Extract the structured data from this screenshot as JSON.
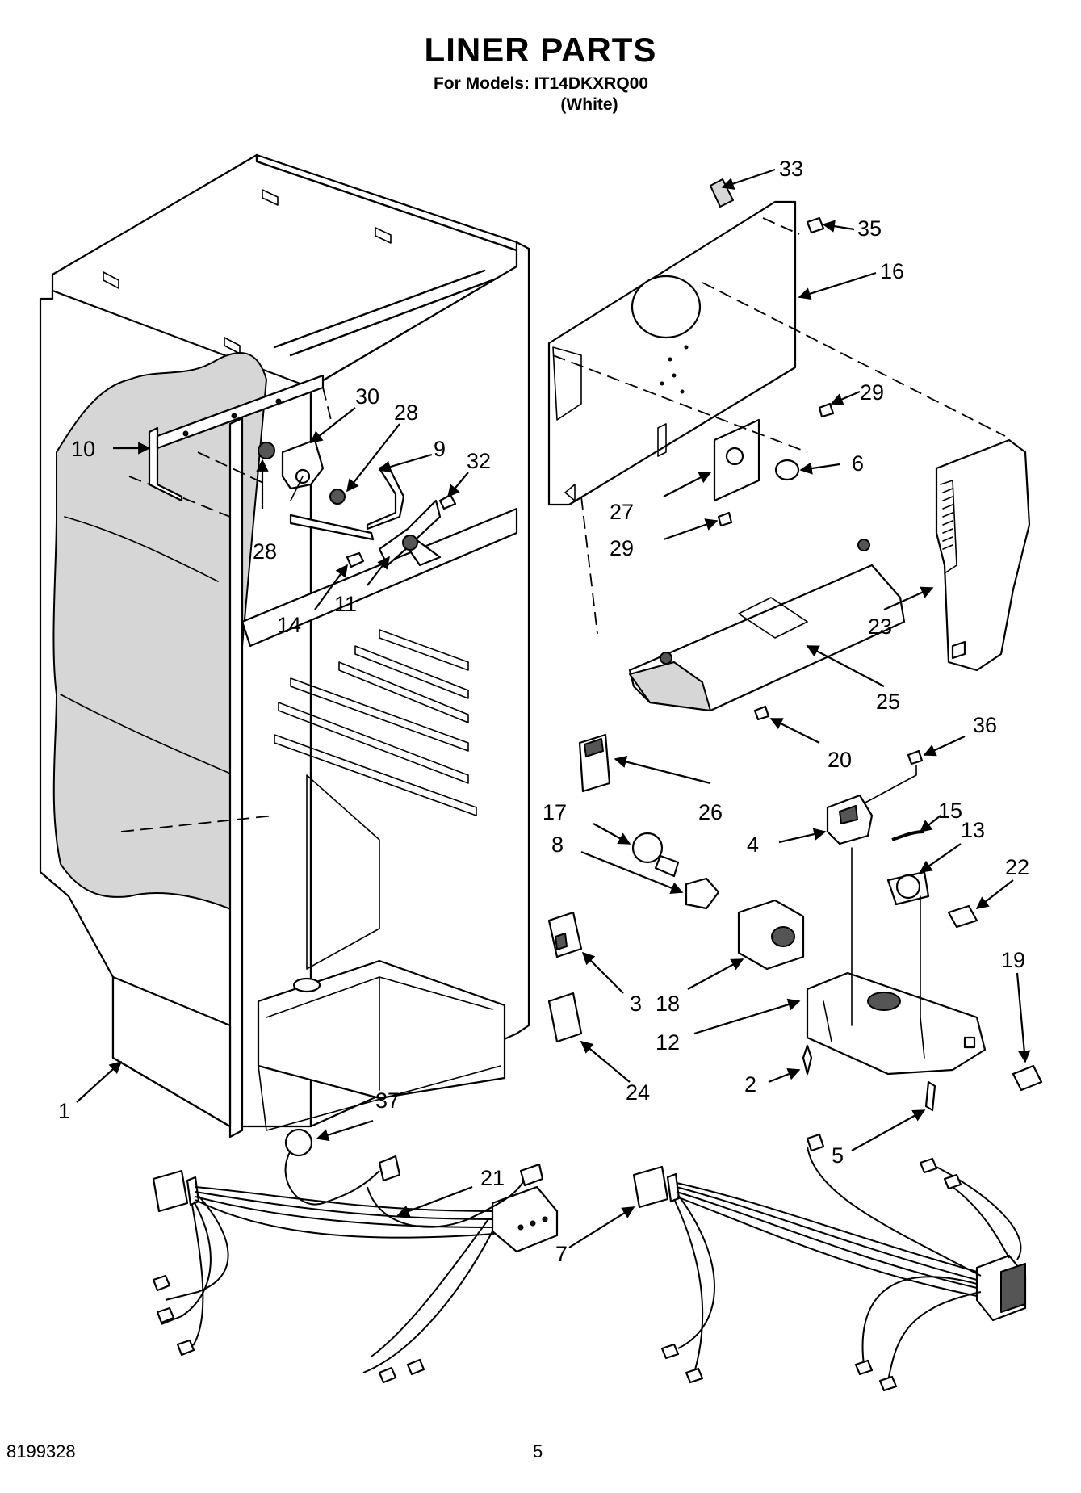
{
  "header": {
    "title": "LINER PARTS",
    "models_line": "For Models: IT14DKXRQ00",
    "color_line": "(White)"
  },
  "footer": {
    "doc_number": "8199328",
    "page_number": "5"
  },
  "callouts": [
    "1",
    "2",
    "3",
    "4",
    "5",
    "6",
    "7",
    "8",
    "9",
    "10",
    "11",
    "12",
    "13",
    "14",
    "15",
    "16",
    "17",
    "18",
    "19",
    "20",
    "21",
    "22",
    "23",
    "24",
    "25",
    "26",
    "27",
    "28",
    "28",
    "29",
    "29",
    "30",
    "32",
    "33",
    "35",
    "36",
    "37"
  ]
}
